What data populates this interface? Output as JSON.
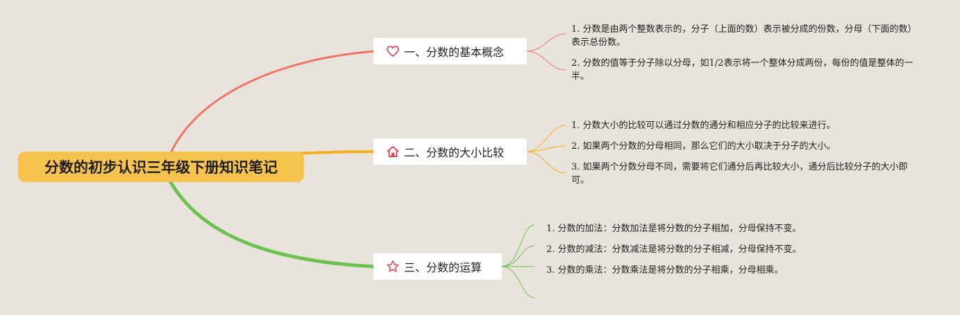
{
  "mindmap": {
    "root": {
      "label": "分数的初步认识三年级下册知识笔记",
      "color": "#f7c34f"
    },
    "branches": [
      {
        "label": "一、分数的基本概念",
        "icon": "heart-icon",
        "color": "#ef7465",
        "children": [
          "1. 分数是由两个整数表示的，分子（上面的数）表示被分成的份数，分母（下面的数）表示总份数。",
          "2. 分数的值等于分子除以分母，如1/2表示将一个整体分成两份，每份的值是整体的一半。"
        ]
      },
      {
        "label": "二、分数的大小比较",
        "icon": "house-icon",
        "color": "#f4ae1b",
        "children": [
          "1. 分数大小的比较可以通过分数的通分和相应分子的比较来进行。",
          "2. 如果两个分数的分母相同，那么它们的大小取决于分子的大小。",
          "3. 如果两个分数分母不同，需要将它们通分后再比较大小，通分后比较分子的大小即可。"
        ]
      },
      {
        "label": "三、分数的运算",
        "icon": "star-icon",
        "color": "#6cc150",
        "children": [
          "1. 分数的加法：分数加法是将分数的分子相加，分母保持不变。",
          "2. 分数的减法：分数减法是将分数的分子相减，分母保持不变。",
          "3. 分数的乘法：分数乘法是将分数的分子相乘，分母相乘。"
        ]
      }
    ]
  }
}
